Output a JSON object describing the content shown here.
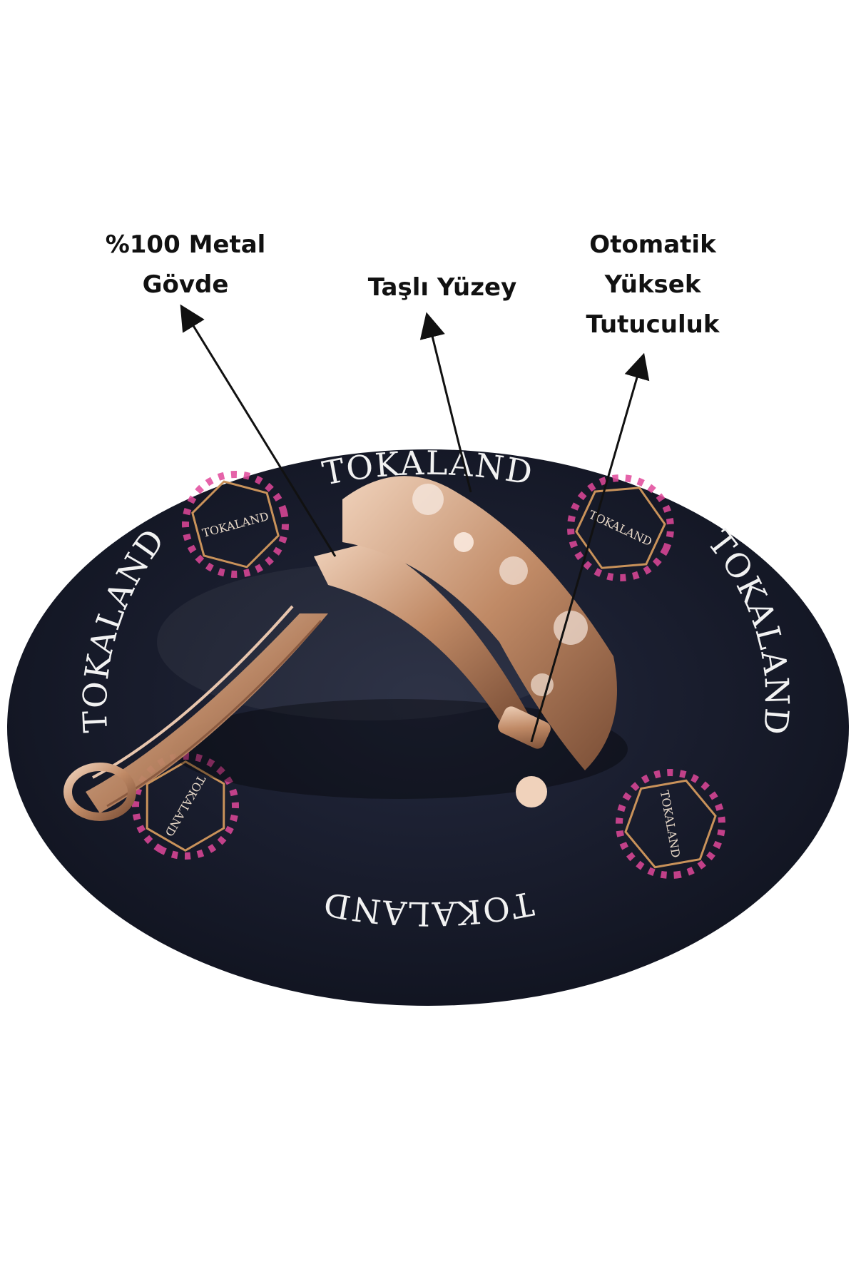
{
  "callouts": {
    "metal_line1": "%100 Metal",
    "metal_line2": "Gövde",
    "tasli": "Taşlı Yüzey",
    "oto_line1": "Otomatik",
    "oto_line2": "Yüksek",
    "oto_line3": "Tutuculuk"
  },
  "brand": {
    "name": "TOKALAND"
  },
  "colors": {
    "disc": "#161a2c",
    "metal": "#c99a78",
    "sticker_pink": "#e0489a"
  }
}
